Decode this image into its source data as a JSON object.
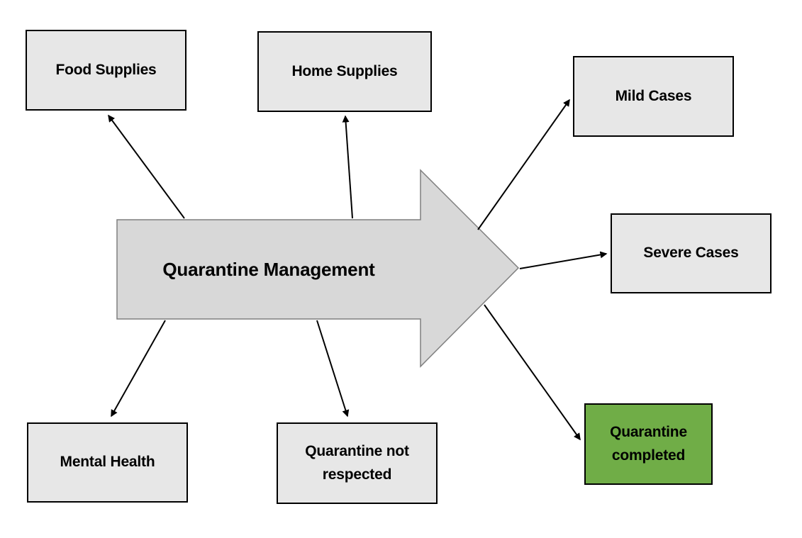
{
  "diagram": {
    "title": "Quarantine Management",
    "nodes": {
      "food": {
        "label": "Food Supplies"
      },
      "home": {
        "label": "Home Supplies"
      },
      "mild": {
        "label": "Mild Cases"
      },
      "severe": {
        "label": "Severe Cases"
      },
      "completed": {
        "label": "Quarantine completed"
      },
      "mental": {
        "label": "Mental Health"
      },
      "not_respected": {
        "label": "Quarantine not respected"
      }
    },
    "connections": [
      {
        "from": "Quarantine Management",
        "to": "Food Supplies"
      },
      {
        "from": "Quarantine Management",
        "to": "Home Supplies"
      },
      {
        "from": "Quarantine Management",
        "to": "Mild Cases"
      },
      {
        "from": "Quarantine Management",
        "to": "Severe Cases"
      },
      {
        "from": "Quarantine Management",
        "to": "Quarantine completed"
      },
      {
        "from": "Quarantine Management",
        "to": "Mental Health"
      },
      {
        "from": "Quarantine Management",
        "to": "Quarantine not respected"
      }
    ],
    "colors": {
      "node_fill": "#e7e7e7",
      "node_border": "#000000",
      "arrow_fill": "#d8d8d8",
      "arrow_border": "#7f7f7f",
      "highlight_fill": "#70ad47",
      "connector": "#000000",
      "text": "#000000",
      "background": "#ffffff"
    }
  }
}
